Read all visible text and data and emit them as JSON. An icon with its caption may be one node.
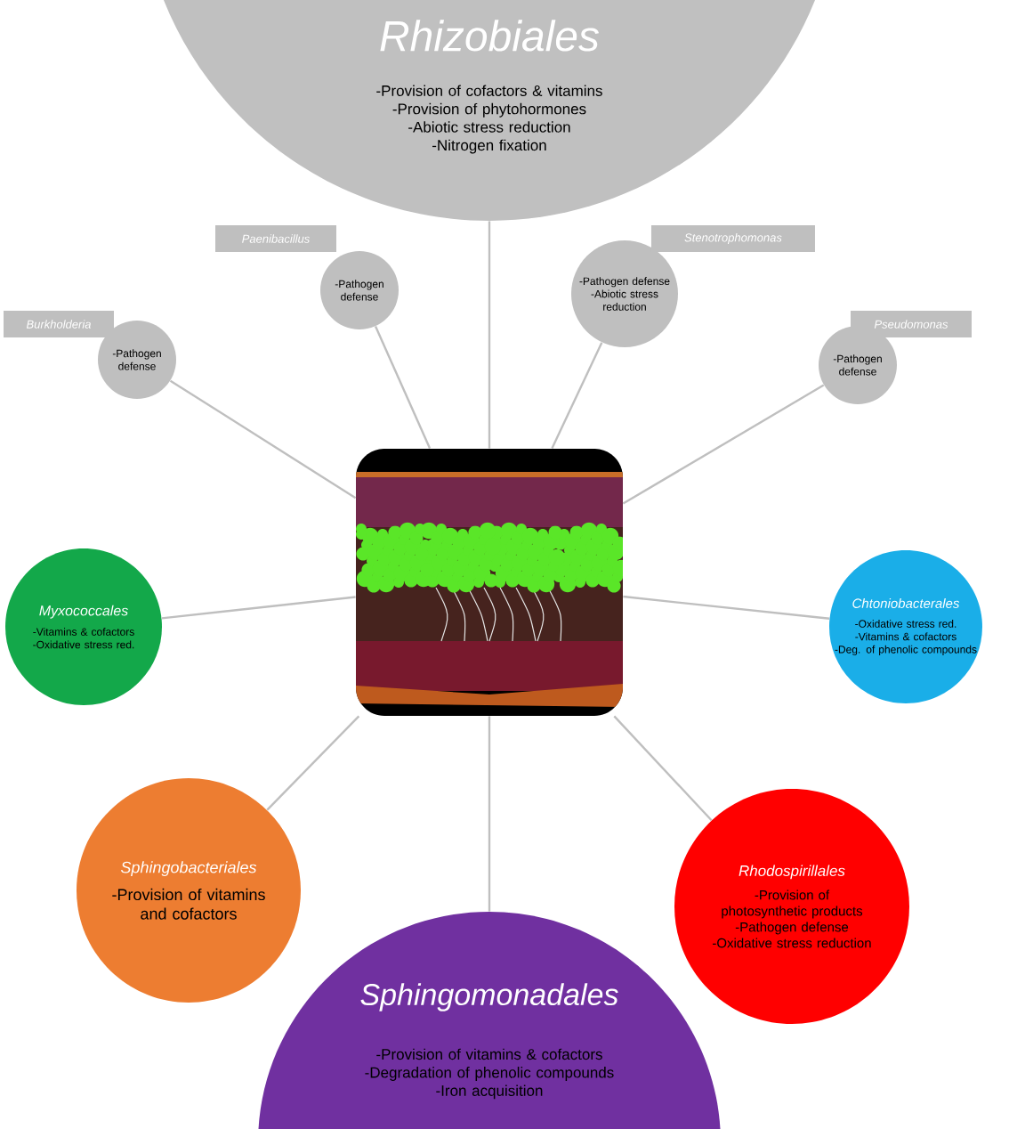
{
  "diagram": {
    "nodes": [
      {
        "text": [
          "Rhizobiales",
          "-Provision of cofactors & vitamins",
          "-Provision of phytohormones",
          "-Abiotic stress reduction",
          "-Nitrogen fixation"
        ]
      },
      {
        "text": [
          "Paenibacillus",
          "-Pathogen defense"
        ]
      },
      {
        "text": [
          "Stenotrophomonas",
          "-Pathogen defense",
          "-Abiotic stress reduction"
        ]
      },
      {
        "text": [
          "Burkholderia",
          "-Pathogen defense"
        ]
      },
      {
        "text": [
          "Pseudomonas",
          "-Pathogen defense"
        ]
      },
      {
        "text": [],
        "shape": "picture"
      },
      {
        "text": [
          "Myxococcales",
          "-Vitamins & cofactors",
          "-Oxidative stress red."
        ]
      },
      {
        "text": [
          "Chtoniobacterales",
          "-Oxidative stress red.",
          "-Vitamins & cofactors",
          "-Deg. of phenolic compounds"
        ]
      },
      {
        "text": [
          "Sphingobacteriales",
          "-Provision of vitamins and cofactors"
        ]
      },
      {
        "text": [
          "Rhodospirillales",
          "-Provision of photosynthetic products",
          "-Pathogen defense",
          "-Oxidative stress reduction"
        ]
      },
      {
        "text": [
          "Sphingomonadales",
          "-Provision of vitamins & cofactors",
          "-Degradation of phenolic compounds",
          "-Iron acquisition"
        ]
      }
    ],
    "edges": [
      {
        "from": 5,
        "to": 0,
        "arrow": "none"
      },
      {
        "from": 5,
        "to": 1,
        "arrow": "none"
      },
      {
        "from": 5,
        "to": 2,
        "arrow": "none"
      },
      {
        "from": 5,
        "to": 3,
        "arrow": "none"
      },
      {
        "from": 5,
        "to": 4,
        "arrow": "none"
      },
      {
        "from": 5,
        "to": 6,
        "arrow": "none"
      },
      {
        "from": 5,
        "to": 7,
        "arrow": "none"
      },
      {
        "from": 5,
        "to": 8,
        "arrow": "none"
      },
      {
        "from": 5,
        "to": 9,
        "arrow": "none"
      },
      {
        "from": 5,
        "to": 10,
        "arrow": "none"
      }
    ]
  }
}
